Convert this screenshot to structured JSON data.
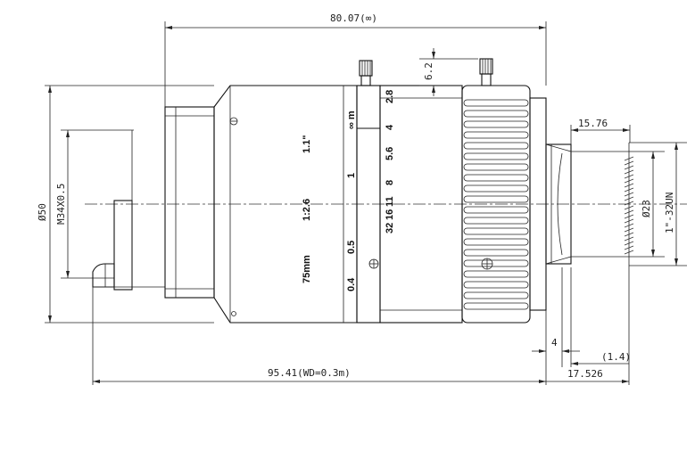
{
  "dimensions": {
    "overall_length": "80.07(∞)",
    "focus_screw_height": "6.2",
    "back_focal": "15.76",
    "body_diameter": "Ø50",
    "filter_thread": "M34X0.5",
    "image_circle": "Ø23",
    "mount_thread": "1\"-32UN",
    "flange_offset": "4",
    "flange_gap": "(1.4)",
    "flange_focal": "17.526",
    "total_length": "95.41(WD=0.3m)"
  },
  "focus_scale": [
    "0.4",
    "0.5",
    "1",
    "∞ m"
  ],
  "iris_scale": [
    "32",
    "16",
    "11",
    "8",
    "5.6",
    "4",
    "2.8"
  ],
  "lens_markings": {
    "focal_length": "75mm",
    "aperture": "1:2.6",
    "format": "1.1\""
  }
}
